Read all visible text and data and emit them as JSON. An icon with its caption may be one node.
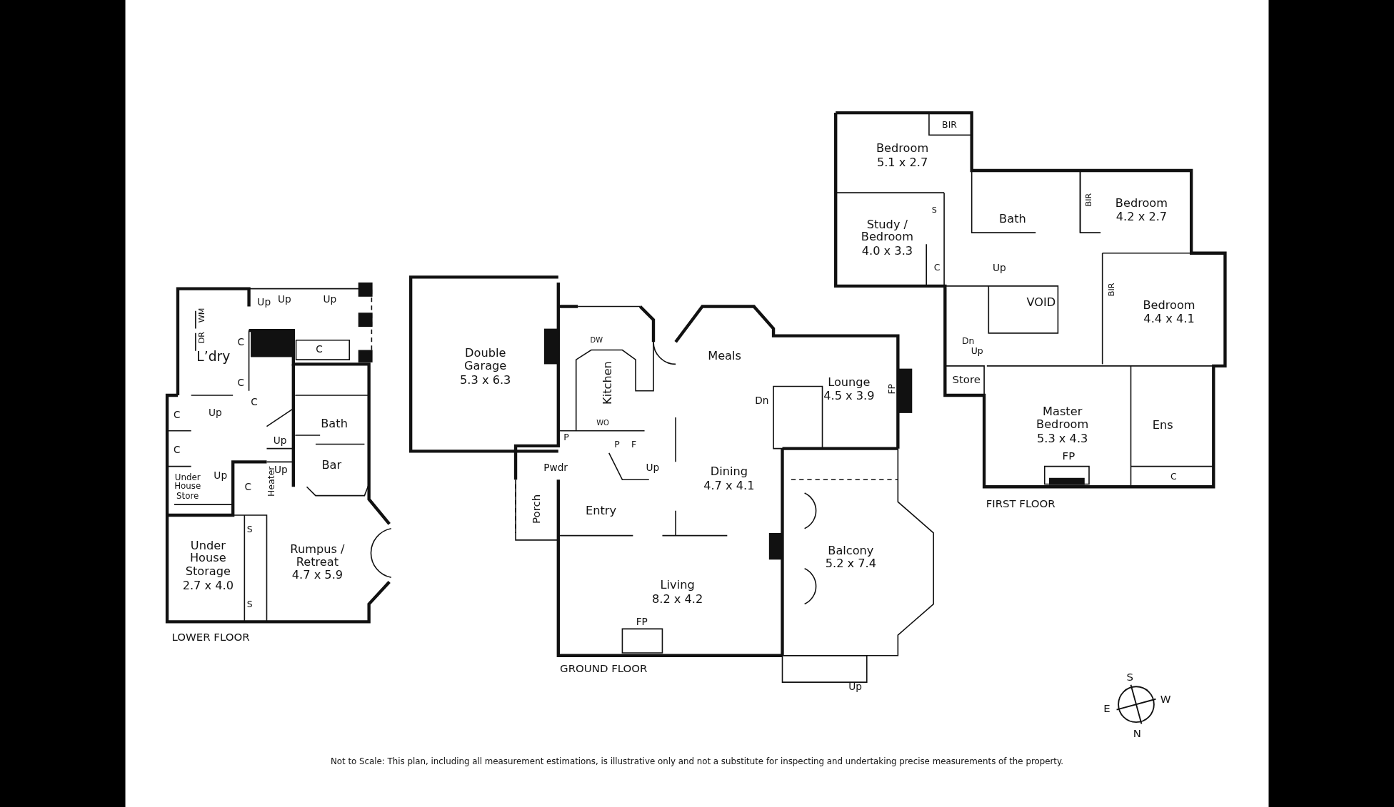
{
  "diagram": {
    "caption": "Not to Scale: This plan, including all measurement estimations, is illustrative only and not a substitute for inspecting and undertaking precise measurements of the property.",
    "labels": [
      "Up",
      "Up",
      "Up",
      "WM",
      "DR",
      "L’dry",
      "C",
      "C",
      "C",
      "C",
      "Up",
      "Bath",
      "C",
      "C",
      "Up",
      "Up",
      "Up",
      "Bar",
      "Under House Store",
      "C",
      "Heater",
      "S",
      "S",
      "Under House Storage",
      "2.7 x 4.0",
      "Rumpus / Retreat",
      "4.7 x 5.9",
      "LOWER FLOOR",
      "Double Garage",
      "5.3 x 6.3",
      "DW",
      "Kitchen",
      "Meals",
      "Lounge",
      "4.5 x 3.9",
      "FP",
      "Dn",
      "P",
      "WO",
      "P",
      "F",
      "Pwdr",
      "Up",
      "Dining",
      "4.7 x 4.1",
      "Entry",
      "Porch",
      "Balcony",
      "5.2 x 7.4",
      "Living",
      "8.2 x 4.2",
      "FP",
      "GROUND FLOOR",
      "Up",
      "BIR",
      "Bedroom",
      "5.1 x 2.7",
      "S",
      "Study / Bedroom",
      "4.0 x 3.3",
      "Bath",
      "BIR",
      "Bedroom",
      "4.2 x 2.7",
      "C",
      "Up",
      "VOID",
      "BIR",
      "Bedroom",
      "4.4 x 4.1",
      "Dn",
      "Up",
      "Store",
      "Master Bedroom",
      "5.3 x 4.3",
      "Ens",
      "FP",
      "C",
      "FIRST FLOOR",
      "S",
      "W",
      "E",
      "N"
    ]
  }
}
